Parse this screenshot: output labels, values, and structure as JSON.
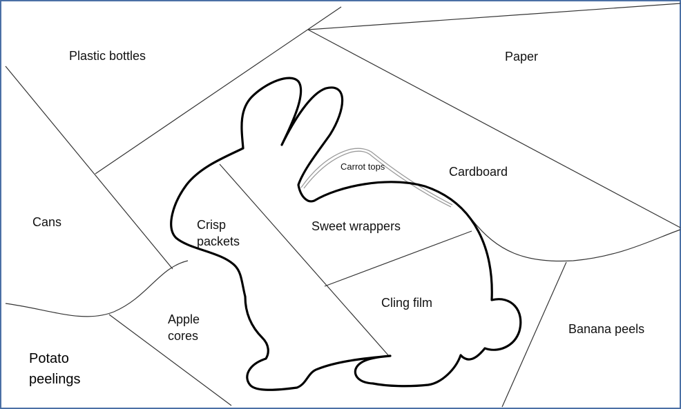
{
  "regions": [
    {
      "id": "plastic-bottles",
      "label": "Plastic bottles"
    },
    {
      "id": "paper",
      "label": "Paper"
    },
    {
      "id": "cardboard",
      "label": "Cardboard"
    },
    {
      "id": "carrot-tops",
      "label": "Carrot tops"
    },
    {
      "id": "cans",
      "label": "Cans"
    },
    {
      "id": "crisp-packets",
      "label": "Crisp\npackets"
    },
    {
      "id": "sweet-wrappers",
      "label": "Sweet wrappers"
    },
    {
      "id": "cling-film",
      "label": "Cling film"
    },
    {
      "id": "banana-peels",
      "label": "Banana peels"
    },
    {
      "id": "apple-cores",
      "label": "Apple\ncores"
    },
    {
      "id": "potato-peelings",
      "label": "Potato\npeelings"
    }
  ],
  "colors": {
    "frame": "#4a6fa5",
    "line": "#333333",
    "rabbit": "#000000",
    "carrot_outline": "#9a9a9a"
  }
}
